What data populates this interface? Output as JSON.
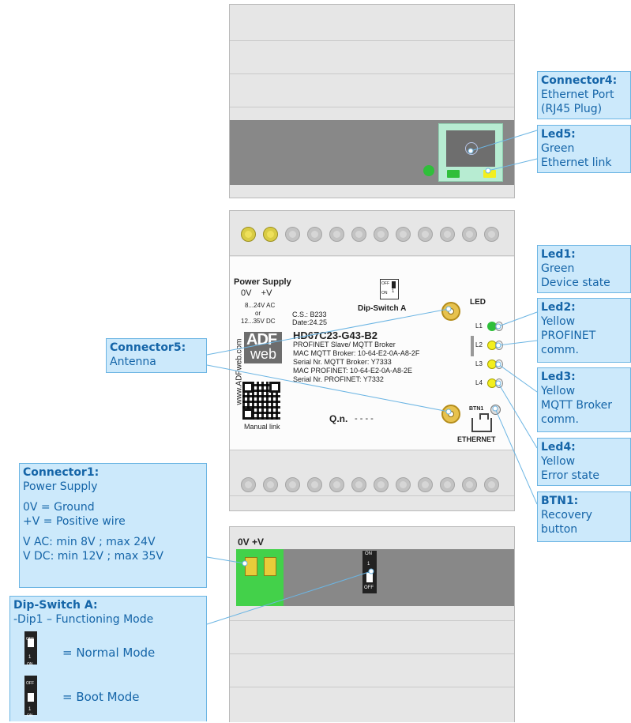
{
  "device": {
    "power_supply_title": "Power Supply",
    "power_pins": "0V    +V",
    "ac_range": "8...24V AC",
    "or_word": "or",
    "dc_range": "12...35V DC",
    "cs": "C.S.: B233",
    "date": "Date:24.25",
    "dip_off": "OFF",
    "dip_on": "ON",
    "dip_one": "1",
    "dip_switch_label": "Dip-Switch A",
    "led_title": "LED",
    "model": "HD67C23-G43-B2",
    "info_lines": [
      "PROFINET Slave/ MQTT Broker",
      "MAC MQTT Broker: 10-64-E2-0A-A8-2F",
      "Serial Nr. MQTT Broker: Y7333",
      "MAC PROFINET: 10-64-E2-0A-A8-2E",
      "Serial Nr. PROFINET: Y7332"
    ],
    "website": "www.ADFweb.com",
    "logo_top": "ADF",
    "logo_bottom": "web",
    "manual_link": "Manual link",
    "qn": "Q.n.",
    "qn_value": "- - - -",
    "led_labels": [
      "L1",
      "L2",
      "L3",
      "L4"
    ],
    "btn_label": "BTN1",
    "ethernet": "ETHERNET",
    "terminal_label": "0V +V",
    "bottom_dip_on": "ON",
    "bottom_dip_off": "OFF",
    "bottom_dip_one": "1"
  },
  "callouts": {
    "connector4": {
      "title": "Connector4:",
      "lines": [
        "Ethernet Port",
        "(RJ45 Plug)"
      ]
    },
    "led5": {
      "title": "Led5:",
      "lines": [
        "Green",
        "Ethernet link"
      ]
    },
    "led1": {
      "title": "Led1:",
      "lines": [
        "Green",
        "Device state"
      ]
    },
    "led2": {
      "title": "Led2:",
      "lines": [
        "Yellow",
        "PROFINET",
        "comm."
      ]
    },
    "led3": {
      "title": "Led3:",
      "lines": [
        "Yellow",
        "MQTT Broker",
        "comm."
      ]
    },
    "led4": {
      "title": "Led4:",
      "lines": [
        "Yellow",
        "Error state"
      ]
    },
    "btn1": {
      "title": "BTN1:",
      "lines": [
        "Recovery",
        "button"
      ]
    },
    "connector5": {
      "title": "Connector5:",
      "lines": [
        "Antenna"
      ]
    },
    "connector1": {
      "title": "Connector1:",
      "lines": [
        "Power Supply",
        "",
        "0V = Ground",
        "+V = Positive wire",
        "",
        "V AC: min 8V ; max 24V",
        "V DC: min 12V ; max 35V"
      ]
    },
    "dipswitch": {
      "title": "Dip-Switch A:",
      "line1": "-Dip1 – Functioning Mode",
      "normal": "= Normal Mode",
      "boot": "= Boot Mode",
      "off": "OFF",
      "on": "ON",
      "one": "1"
    }
  },
  "colors": {
    "callout_bg": "#cce9fb",
    "callout_border": "#6cb5e3",
    "callout_text": "#1565a8",
    "led_green": "#2fbf3a",
    "led_yellow": "#f3ef1e",
    "terminal_green": "#43d14a"
  }
}
